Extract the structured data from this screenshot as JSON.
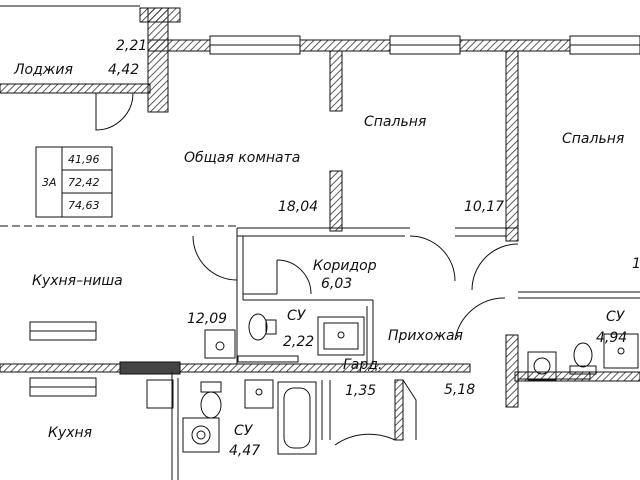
{
  "rooms": {
    "loggia": {
      "name": "Лоджия",
      "area_1": "2,21",
      "area_2": "4,42"
    },
    "living_room": {
      "name": "Общая комната",
      "area": "18,04"
    },
    "bedroom_1": {
      "name": "Спальня",
      "area": "10,17"
    },
    "bedroom_2": {
      "name": "Спальня",
      "area_partial": "1"
    },
    "kitchen_niche": {
      "name": "Кухня–ниша",
      "area": "12,09"
    },
    "corridor": {
      "name": "Коридор",
      "area": "6,03"
    },
    "bath_small": {
      "name": "СУ",
      "area": "2,22"
    },
    "hall": {
      "name": "Прихожая",
      "area": "5,18"
    },
    "bath_right": {
      "name": "СУ",
      "area": "4,94"
    },
    "wardrobe": {
      "name": "Гард.",
      "area": "1,35"
    },
    "bath_bottom": {
      "name": "СУ",
      "area": "4,47"
    },
    "kitchen": {
      "name": "Кухня"
    }
  },
  "apartment_card": {
    "code": "3А",
    "living_area": "41,96",
    "total_area": "72,42",
    "total_with_loggia": "74,63"
  },
  "colors": {
    "ink": "#111111",
    "wall_hatch": "#333333",
    "background": "#ffffff"
  }
}
